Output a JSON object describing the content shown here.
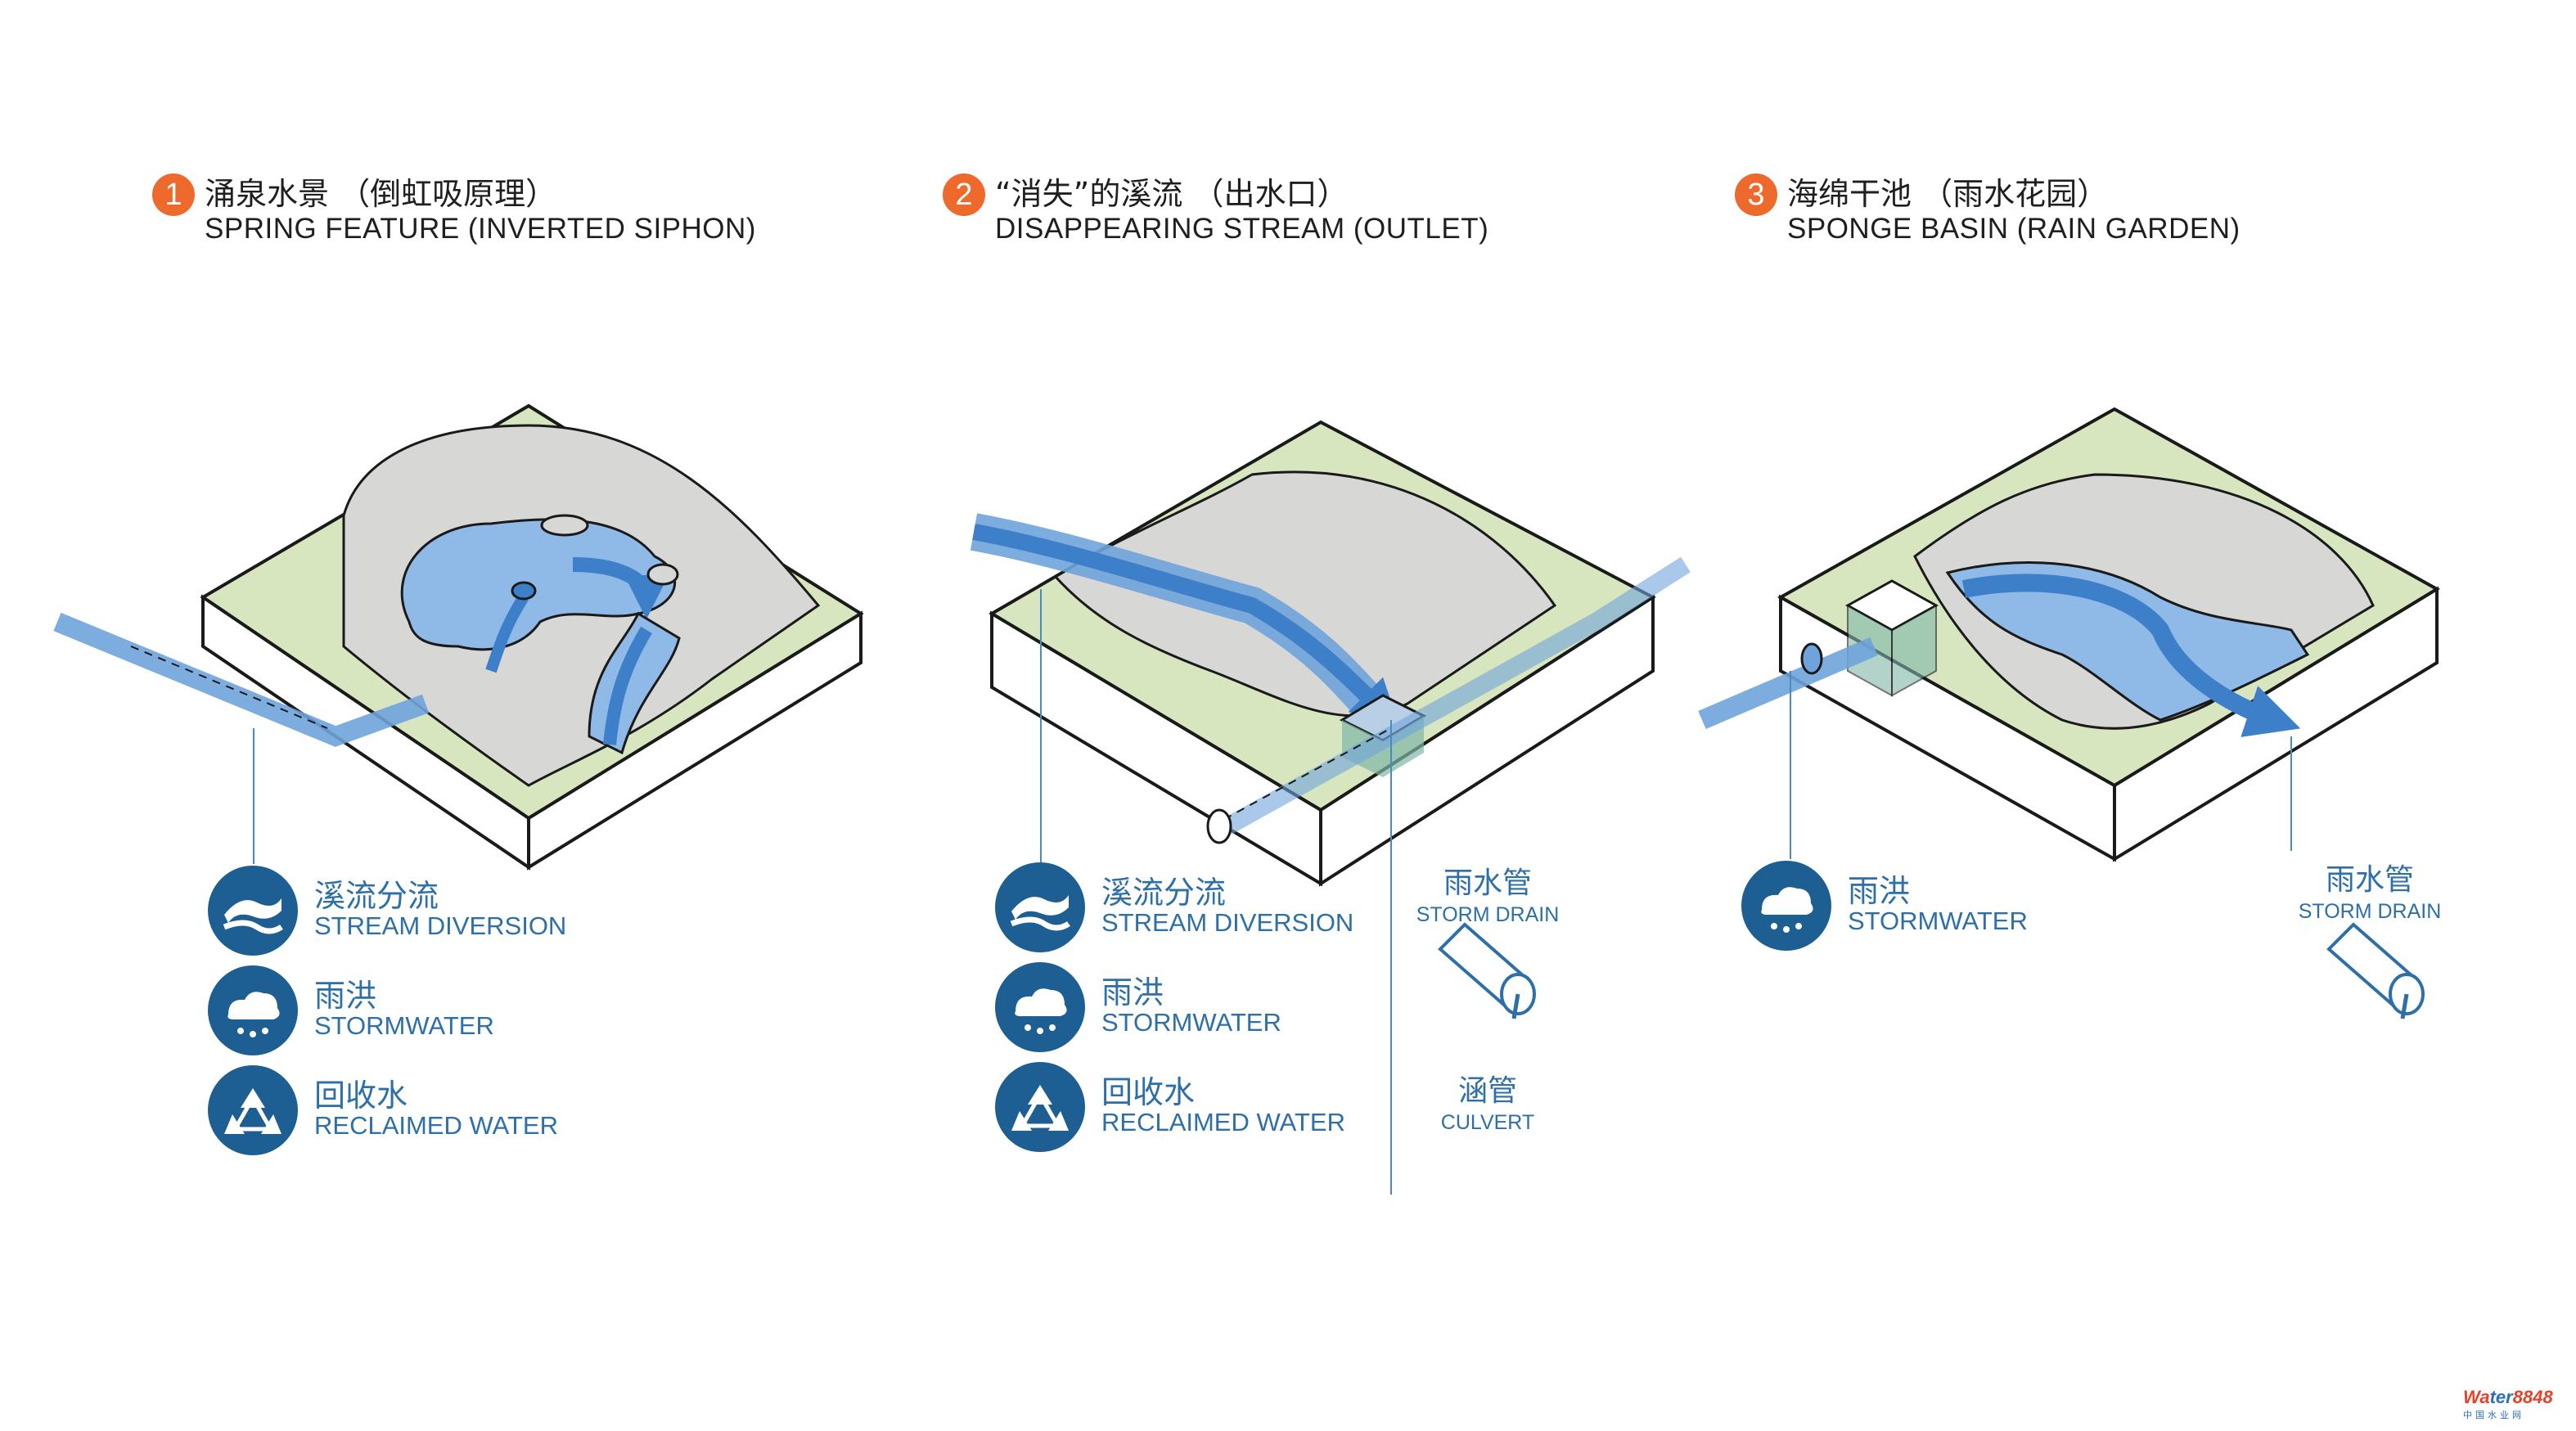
{
  "colors": {
    "accent": "#ee6a2c",
    "legend_circle": "#1d5e93",
    "legend_text": "#2d6fa6",
    "water": "#6fa3dc",
    "grass": "#d8e6bf",
    "ground": "#d7d7d5"
  },
  "panels": [
    {
      "number": "1",
      "title_cn": "涌泉水景 （倒虹吸原理）",
      "title_en": "SPRING FEATURE (INVERTED SIPHON)",
      "legend": [
        {
          "icon": "stream-diversion-icon",
          "cn": "溪流分流",
          "en": "STREAM DIVERSION"
        },
        {
          "icon": "stormwater-icon",
          "cn": "雨洪",
          "en": "STORMWATER"
        },
        {
          "icon": "reclaimed-water-icon",
          "cn": "回收水",
          "en": "RECLAIMED WATER"
        }
      ]
    },
    {
      "number": "2",
      "title_cn": "“消失”的溪流 （出水口）",
      "title_en": "DISAPPEARING STREAM (OUTLET)",
      "legend": [
        {
          "icon": "stream-diversion-icon",
          "cn": "溪流分流",
          "en": "STREAM DIVERSION"
        },
        {
          "icon": "stormwater-icon",
          "cn": "雨洪",
          "en": "STORMWATER"
        },
        {
          "icon": "reclaimed-water-icon",
          "cn": "回收水",
          "en": "RECLAIMED WATER"
        }
      ],
      "pipes": [
        {
          "icon": "storm-drain-pipe-icon",
          "cn": "雨水管",
          "en": "STORM DRAIN"
        },
        {
          "icon": "culvert-icon",
          "cn": "涵管",
          "en": "CULVERT"
        }
      ]
    },
    {
      "number": "3",
      "title_cn": "海绵干池 （雨水花园）",
      "title_en": "SPONGE BASIN (RAIN GARDEN)",
      "legend": [
        {
          "icon": "stormwater-icon",
          "cn": "雨洪",
          "en": "STORMWATER"
        }
      ],
      "pipes": [
        {
          "icon": "storm-drain-pipe-icon",
          "cn": "雨水管",
          "en": "STORM DRAIN"
        }
      ]
    }
  ],
  "watermark": {
    "brand_a": "Wa",
    "brand_b": "ter",
    "brand_c": "8848",
    "sub": "中国水业网"
  }
}
